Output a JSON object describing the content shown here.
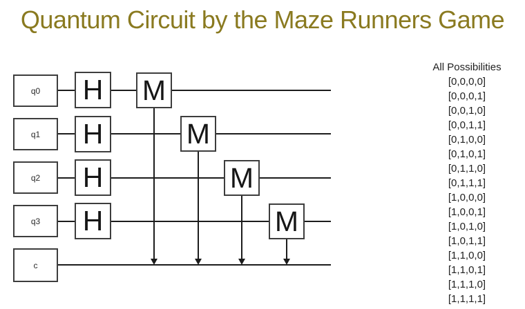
{
  "title": "Quantum Circuit by the Maze Runners Game",
  "colors": {
    "title_text": "#8a7a20",
    "wire": "#1c1c1c",
    "box_border": "#3d3d3d",
    "body_text": "#1f1f1f"
  },
  "circuit": {
    "rows": [
      {
        "register": "q0",
        "hadamard": "H",
        "measure": "M"
      },
      {
        "register": "q1",
        "hadamard": "H",
        "measure": "M"
      },
      {
        "register": "q2",
        "hadamard": "H",
        "measure": "M"
      },
      {
        "register": "q3",
        "hadamard": "H",
        "measure": "M"
      },
      {
        "register": "c"
      }
    ]
  },
  "possibilities": {
    "header": "All Possibilities",
    "items": [
      "[0,0,0,0]",
      "[0,0,0,1]",
      "[0,0,1,0]",
      "[0,0,1,1]",
      "[0,1,0,0]",
      "[0,1,0,1]",
      "[0,1,1,0]",
      "[0,1,1,1]",
      "[1,0,0,0]",
      "[1,0,0,1]",
      "[1,0,1,0]",
      "[1,0,1,1]",
      "[1,1,0,0]",
      "[1,1,0,1]",
      "[1,1,1,0]",
      "[1,1,1,1]"
    ]
  }
}
